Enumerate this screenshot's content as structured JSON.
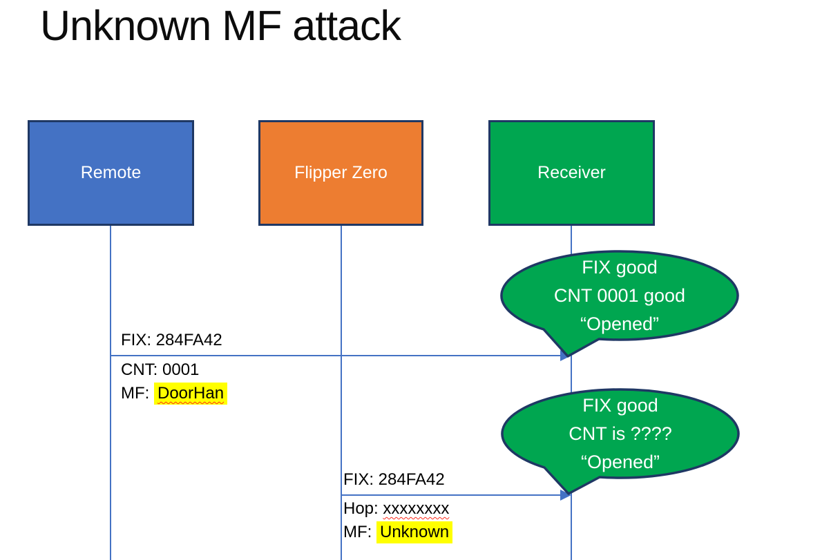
{
  "slide": {
    "title": "Unknown MF attack"
  },
  "actors": [
    {
      "label": "Remote",
      "fill": "#4472C4"
    },
    {
      "label": "Flipper Zero",
      "fill": "#ED7D31"
    },
    {
      "label": "Receiver",
      "fill": "#00A650"
    }
  ],
  "messages": [
    {
      "from": "Remote",
      "to": "Receiver",
      "above": "FIX: 284FA42",
      "line2_prefix": "CNT: ",
      "line2_value": "0001",
      "line3_prefix": "MF: ",
      "line3_value": "DoorHan"
    },
    {
      "from": "Flipper Zero",
      "to": "Receiver",
      "above": "FIX: 284FA42",
      "line2_prefix": "Hop: ",
      "line2_value": "xxxxxxxx",
      "line3_prefix": "MF: ",
      "line3_value": "Unknown"
    }
  ],
  "bubbles": [
    {
      "line1": "FIX good",
      "line2": "CNT 0001 good",
      "line3": "“Opened”"
    },
    {
      "line1": "FIX good",
      "line2": "CNT is ????",
      "line3": "“Opened”"
    }
  ],
  "colors": {
    "actor_border": "#1F3864",
    "connector_blue": "#4472C4",
    "bubble_fill": "#00A650",
    "bubble_border": "#1F3864",
    "highlight_yellow": "#FFFF00",
    "spellcheck_red": "#FF2B1A"
  }
}
